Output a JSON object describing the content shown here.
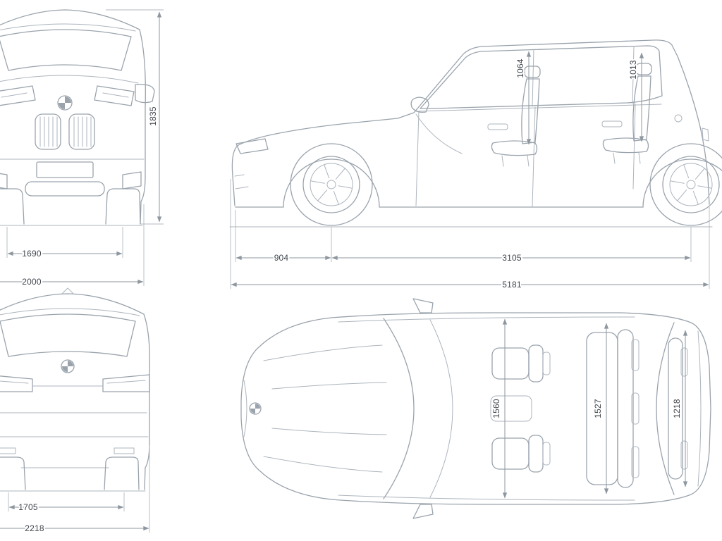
{
  "diagram": {
    "kind": "vehicle-dimension-blueprint",
    "views": [
      "front-view",
      "side-view",
      "rear-view",
      "top-view"
    ],
    "colors": {
      "line": "#9aa3ac",
      "dimension_line": "#8e979f",
      "text": "#40464d",
      "background": "#ffffff"
    }
  },
  "dimensions": {
    "front_view": {
      "overall_height": "1835",
      "track_width": "1690",
      "body_width": "2000"
    },
    "side_view": {
      "front_headroom": "1064",
      "rear_headroom": "1013",
      "front_overhang": "904",
      "wheelbase": "3105",
      "overall_length": "5181"
    },
    "rear_view": {
      "rear_track": "1705",
      "overall_width_incl_mirrors": "2218"
    },
    "top_view": {
      "front_interior_width": "1560",
      "middle_interior_width": "1527",
      "rear_interior_width": "1218"
    }
  }
}
